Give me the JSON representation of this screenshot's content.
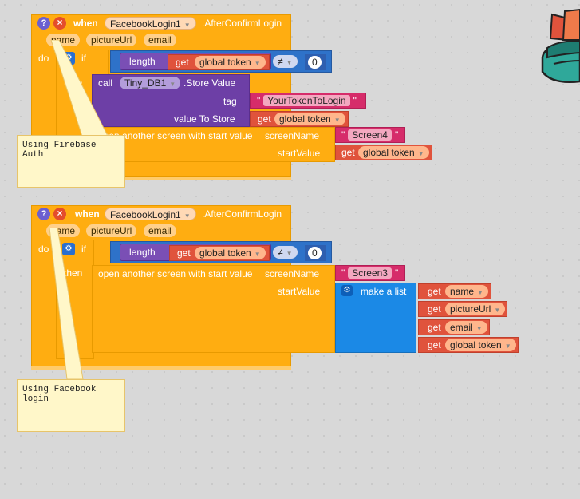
{
  "block1": {
    "when": "when",
    "component": "FacebookLogin1",
    "event": ".AfterConfirmLogin",
    "params": [
      "name",
      "pictureUrl",
      "email"
    ],
    "do": "do",
    "if": "if",
    "then": "then",
    "length": "length",
    "get": "get",
    "global_token": "global token",
    "neq": "≠",
    "zero": "0",
    "call": "call",
    "tinydb": "Tiny_DB1",
    "store_value": ".Store Value",
    "tag": "tag",
    "tag_value": "YourTokenToLogin",
    "value_to_store": "value To Store",
    "open_screen": "open another screen with start value",
    "screen_name": "screenName",
    "screen_value": "Screen4",
    "start_value": "startValue"
  },
  "block2": {
    "when": "when",
    "component": "FacebookLogin1",
    "event": ".AfterConfirmLogin",
    "params": [
      "name",
      "pictureUrl",
      "email"
    ],
    "do": "do",
    "if": "if",
    "then": "then",
    "length": "length",
    "get": "get",
    "global_token": "global token",
    "neq": "≠",
    "zero": "0",
    "open_screen": "open another screen with start value",
    "screen_name": "screenName",
    "screen_value": "Screen3",
    "start_value": "startValue",
    "make_list": "make a list",
    "list_items": [
      "name",
      "pictureUrl",
      "email",
      "global token"
    ]
  },
  "notes": {
    "note1": "Using Firebase Auth",
    "note2": "Using Facebook login"
  },
  "colors": {
    "event": "#ffad11",
    "purple": "#6d3fa6",
    "blue": "#1b89e6",
    "red": "#e0533c",
    "pink": "#d62c6a"
  }
}
